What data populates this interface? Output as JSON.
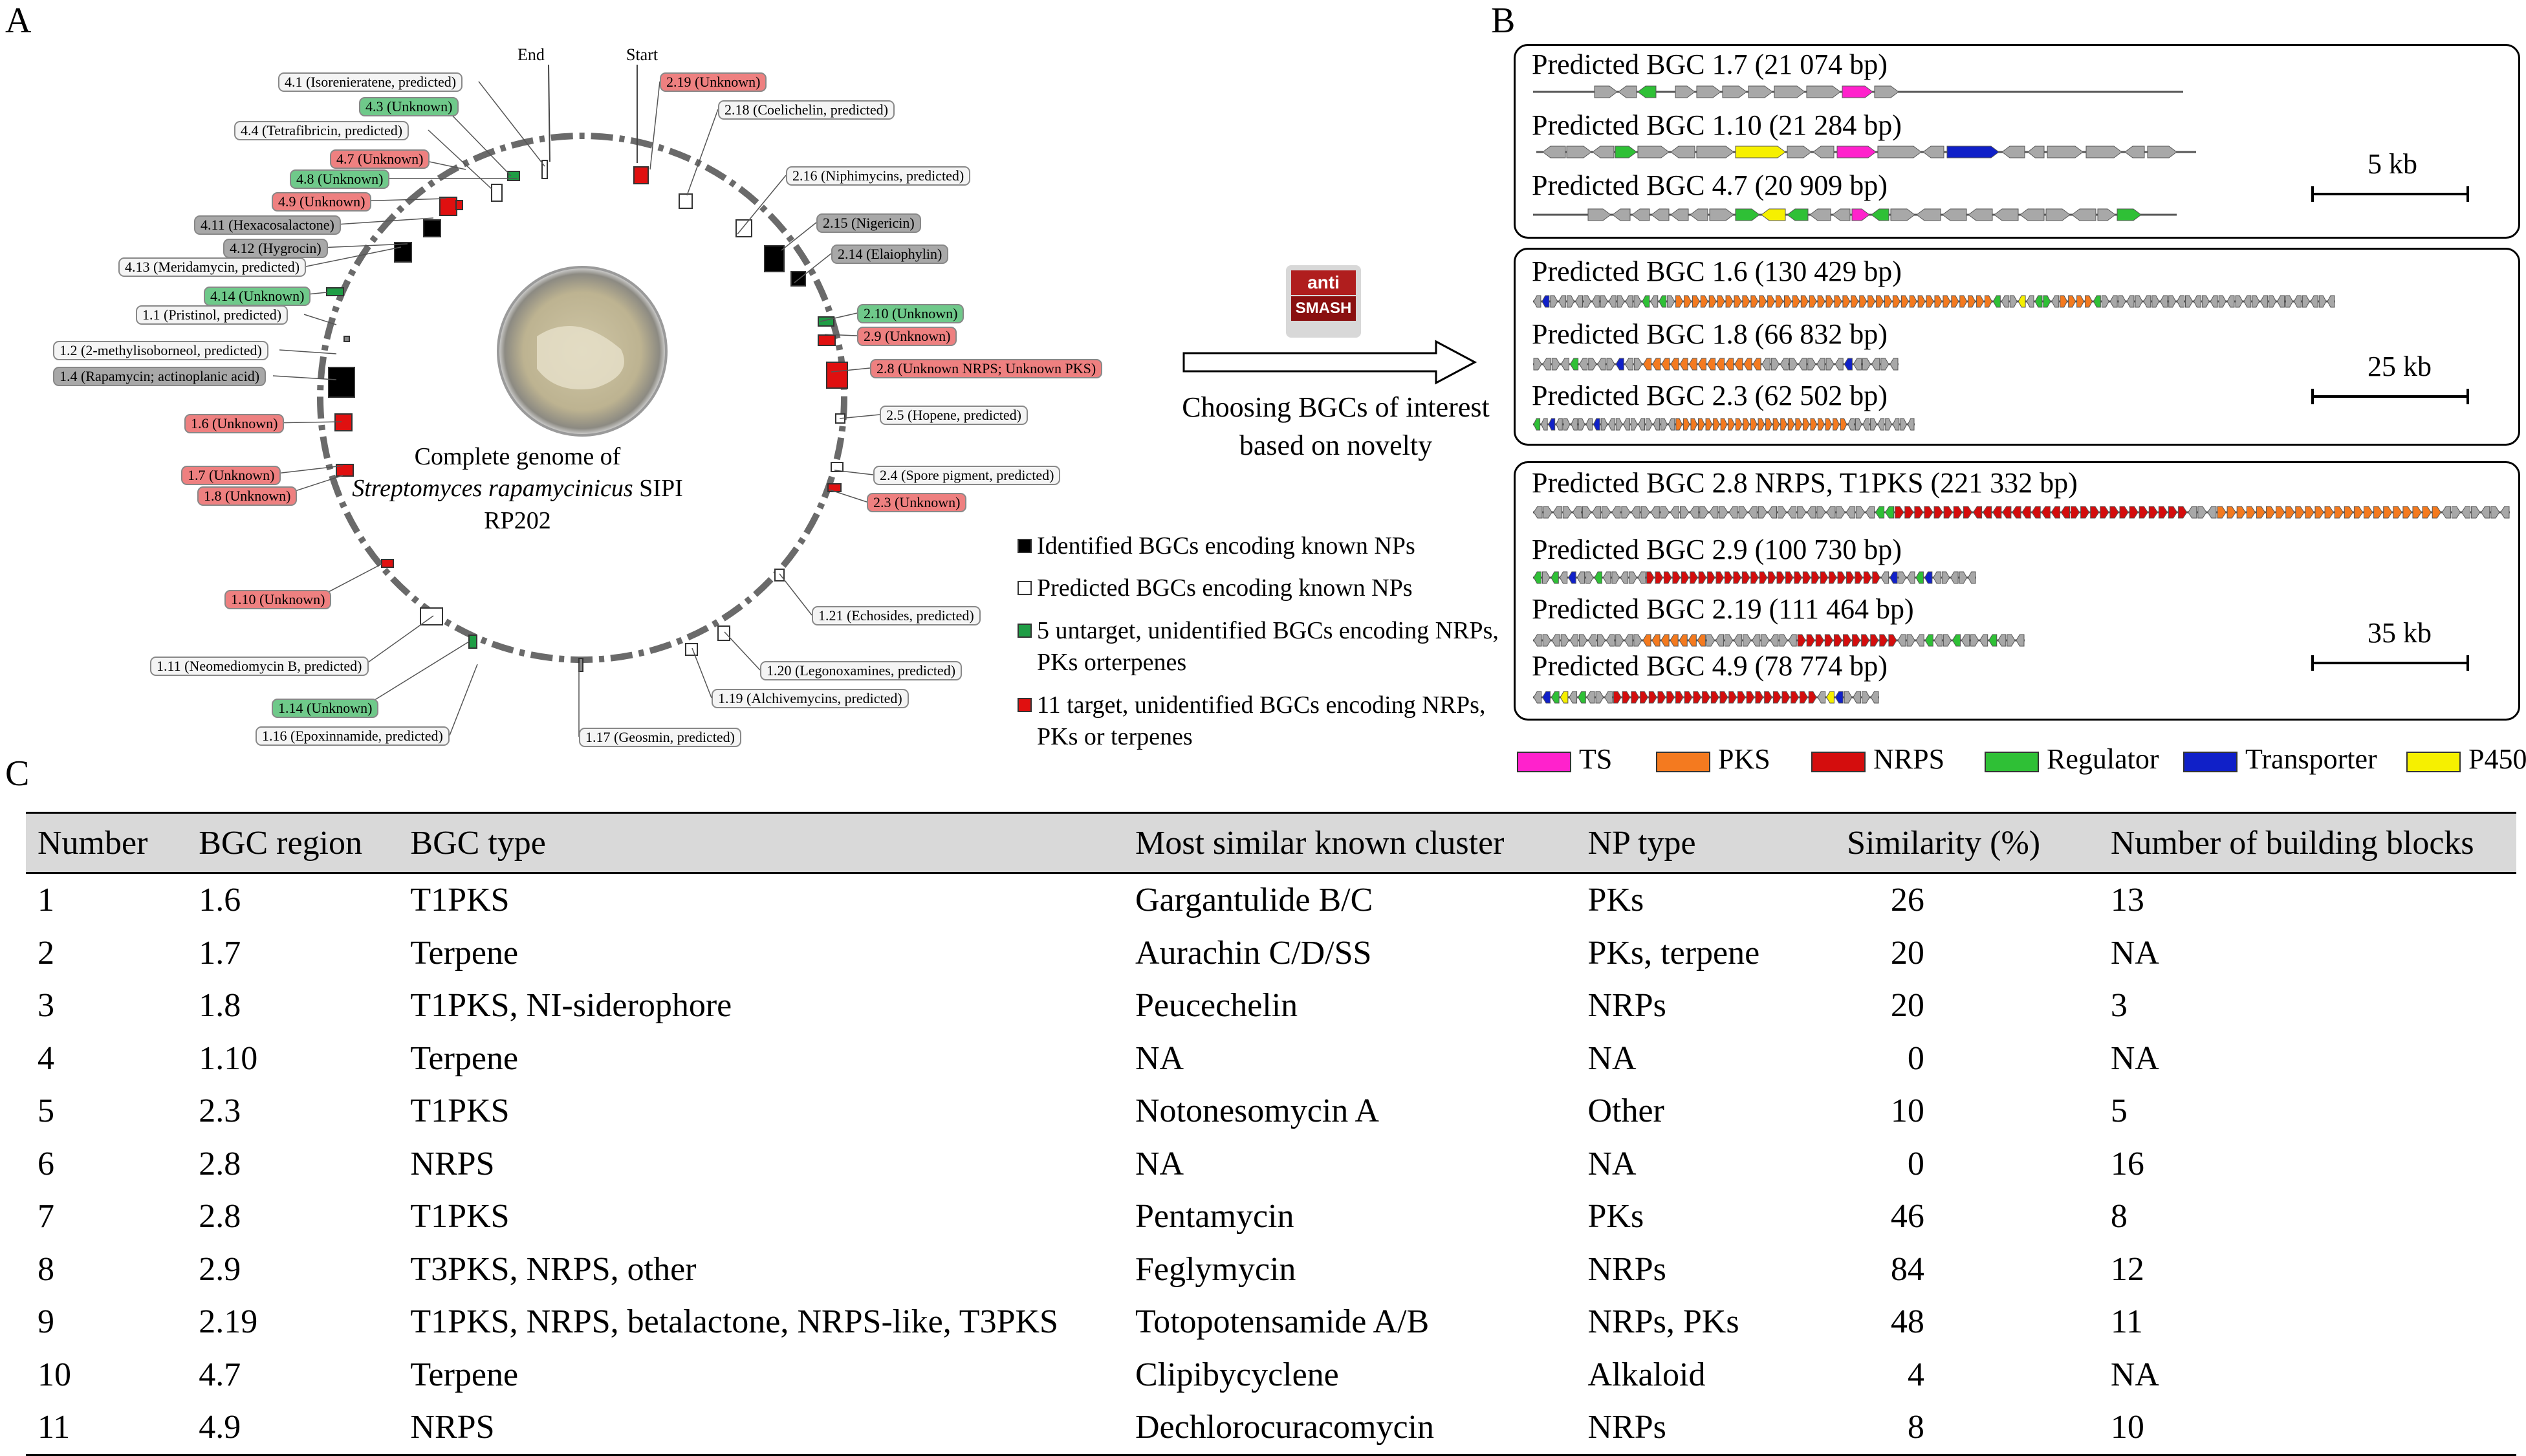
{
  "panels": {
    "a": "A",
    "b": "B",
    "c": "C"
  },
  "panel_a": {
    "ring_markers": {
      "start": "Start",
      "end": "End"
    },
    "genome_title_line1": "Complete genome of",
    "genome_title_species": "Streptomyces rapamycinicus",
    "genome_title_strain": " SIPI RP202",
    "bgc_labels": [
      {
        "text": "2.19 (Unknown)",
        "style": "red"
      },
      {
        "text": "2.18 (Coelichelin, predicted)",
        "style": "white"
      },
      {
        "text": "2.16 (Niphimycins, predicted)",
        "style": "white"
      },
      {
        "text": "2.15 (Nigericin)",
        "style": "gray"
      },
      {
        "text": "2.14 (Elaiophylin)",
        "style": "gray"
      },
      {
        "text": "2.10 (Unknown)",
        "style": "green"
      },
      {
        "text": "2.9 (Unknown)",
        "style": "red"
      },
      {
        "text": "2.8 (Unknown NRPS; Unknown PKS)",
        "style": "red"
      },
      {
        "text": "2.5 (Hopene, predicted)",
        "style": "white"
      },
      {
        "text": "2.4 (Spore pigment, predicted)",
        "style": "white"
      },
      {
        "text": "2.3 (Unknown)",
        "style": "red"
      },
      {
        "text": "1.21 (Echosides, predicted)",
        "style": "white"
      },
      {
        "text": "1.20 (Legonoxamines, predicted)",
        "style": "white"
      },
      {
        "text": "1.19 (Alchivemycins, predicted)",
        "style": "white"
      },
      {
        "text": "1.17 (Geosmin, predicted)",
        "style": "white"
      },
      {
        "text": "1.16 (Epoxinnamide, predicted)",
        "style": "white"
      },
      {
        "text": "1.14 (Unknown)",
        "style": "green"
      },
      {
        "text": "1.11 (Neomediomycin B, predicted)",
        "style": "white"
      },
      {
        "text": "1.10 (Unknown)",
        "style": "red"
      },
      {
        "text": "1.8 (Unknown)",
        "style": "red"
      },
      {
        "text": "1.7 (Unknown)",
        "style": "red"
      },
      {
        "text": "1.6 (Unknown)",
        "style": "red"
      },
      {
        "text": "1.4 (Rapamycin; actinoplanic acid)",
        "style": "gray"
      },
      {
        "text": "1.2 (2-methylisoborneol, predicted)",
        "style": "white"
      },
      {
        "text": "1.1 (Pristinol, predicted)",
        "style": "white"
      },
      {
        "text": "4.14 (Unknown)",
        "style": "green"
      },
      {
        "text": "4.13 (Meridamycin, predicted)",
        "style": "white"
      },
      {
        "text": "4.12 (Hygrocin)",
        "style": "gray"
      },
      {
        "text": "4.11 (Hexacosalactone)",
        "style": "gray"
      },
      {
        "text": "4.9 (Unknown)",
        "style": "red"
      },
      {
        "text": "4.8 (Unknown)",
        "style": "green"
      },
      {
        "text": "4.7 (Unknown)",
        "style": "red"
      },
      {
        "text": "4.4 (Tetrafibricin, predicted)",
        "style": "white"
      },
      {
        "text": "4.3 (Unknown)",
        "style": "green"
      },
      {
        "text": "4.1 (Isorenieratene, predicted)",
        "style": "white"
      }
    ],
    "legend": [
      {
        "text": "Identified BGCs encoding known NPs",
        "color": "#000000"
      },
      {
        "text": "Predicted BGCs encoding known NPs",
        "color": "#ffffff"
      },
      {
        "text": "5 untarget, unidentified BGCs encoding NRPs, PKs orterpenes",
        "color": "#1f9d45"
      },
      {
        "text": "11 target, unidentified BGCs encoding NRPs, PKs or terpenes",
        "color": "#e01010"
      }
    ]
  },
  "arrow_block": {
    "logo_top": "anti",
    "logo_bottom": "SMASH",
    "line1": "Choosing BGCs of interest",
    "line2": "based on novelty"
  },
  "panel_b": {
    "groups": [
      {
        "scale": "5 kb",
        "clusters": [
          {
            "label": "Predicted BGC 1.7 (21 074 bp)"
          },
          {
            "label": "Predicted BGC 1.10 (21 284 bp)"
          },
          {
            "label": "Predicted BGC 4.7 (20 909 bp)"
          }
        ]
      },
      {
        "scale": "25 kb",
        "clusters": [
          {
            "label": "Predicted BGC 1.6 (130 429 bp)"
          },
          {
            "label": "Predicted BGC 1.8 (66 832 bp)"
          },
          {
            "label": "Predicted BGC 2.3 (62 502 bp)"
          }
        ]
      },
      {
        "scale": "35 kb",
        "clusters": [
          {
            "label": "Predicted BGC 2.8 NRPS, T1PKS (221 332 bp)"
          },
          {
            "label": "Predicted BGC 2.9 (100 730 bp)"
          },
          {
            "label": "Predicted BGC 2.19 (111 464 bp)"
          },
          {
            "label": "Predicted BGC 4.9 (78 774 bp)"
          }
        ]
      }
    ],
    "gene_key": [
      {
        "label": "TS",
        "color": "#ff22cc"
      },
      {
        "label": "PKS",
        "color": "#f47a1f"
      },
      {
        "label": "NRPS",
        "color": "#d40d0d"
      },
      {
        "label": "Regulator",
        "color": "#2fc036"
      },
      {
        "label": "Transporter",
        "color": "#1020c8"
      },
      {
        "label": "P450",
        "color": "#f6f000"
      }
    ],
    "gene_other_color": "#a8a8a8"
  },
  "table": {
    "headers": [
      "Number",
      "BGC region",
      "BGC type",
      "Most similar known cluster",
      "NP type",
      "Similarity (%)",
      "Number of building blocks"
    ],
    "rows": [
      [
        "1",
        "1.6",
        "T1PKS",
        "Gargantulide B/C",
        "PKs",
        "26",
        "13"
      ],
      [
        "2",
        "1.7",
        "Terpene",
        "Aurachin C/D/SS",
        "PKs, terpene",
        "20",
        "NA"
      ],
      [
        "3",
        "1.8",
        "T1PKS,  NI-siderophore",
        "Peucechelin",
        "NRPs",
        "20",
        "3"
      ],
      [
        "4",
        "1.10",
        "Terpene",
        "NA",
        "NA",
        "0",
        "NA"
      ],
      [
        "5",
        "2.3",
        "T1PKS",
        "Notonesomycin A",
        "Other",
        "10",
        "5"
      ],
      [
        "6",
        "2.8",
        "NRPS",
        "NA",
        "NA",
        "0",
        "16"
      ],
      [
        "7",
        "2.8",
        "T1PKS",
        "Pentamycin",
        "PKs",
        "46",
        "8"
      ],
      [
        "8",
        "2.9",
        "T3PKS, NRPS, other",
        "Feglymycin",
        "NRPs",
        "84",
        "12"
      ],
      [
        "9",
        "2.19",
        "T1PKS, NRPS, betalactone, NRPS-like, T3PKS",
        "Totopotensamide A/B",
        "NRPs, PKs",
        "48",
        "11"
      ],
      [
        "10",
        "4.7",
        "Terpene",
        "Clipibycyclene",
        "Alkaloid",
        "4",
        "NA"
      ],
      [
        "11",
        "4.9",
        "NRPS",
        "Dechlorocuracomycin",
        "NRPs",
        "8",
        "10"
      ]
    ]
  }
}
